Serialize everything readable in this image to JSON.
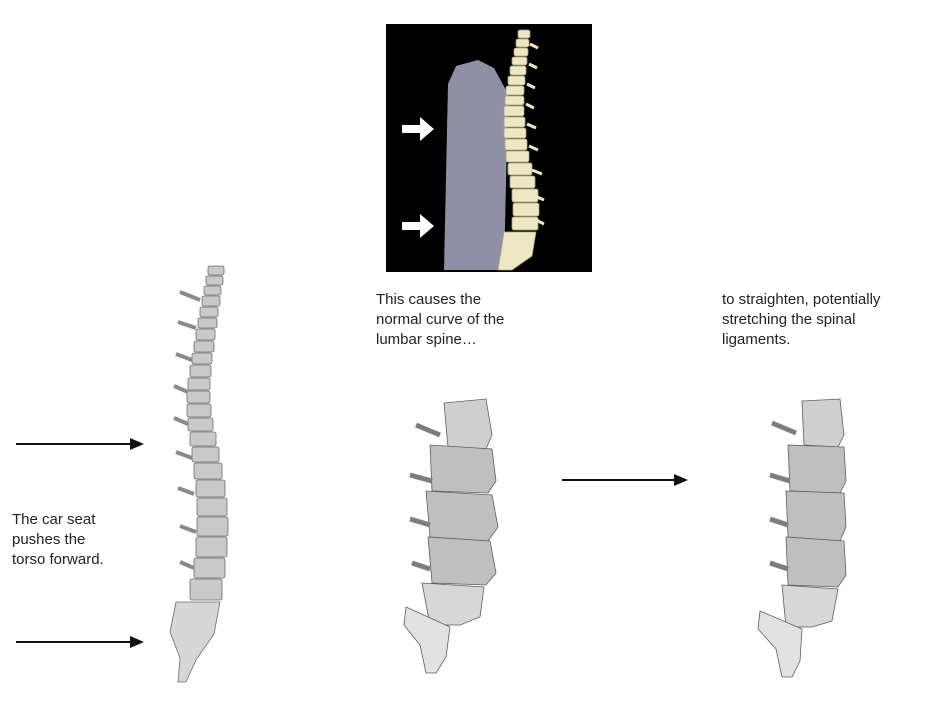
{
  "captions": {
    "car_seat": "The car seat\npushes the\ntorso forward.",
    "causes": "This causes the\nnormal curve of the\nlumbar spine…",
    "straighten": "to straighten, potentially\nstretching the spinal\nligaments."
  },
  "icons": {
    "inset_arrows": "white-right-arrow-icon",
    "force_arrows": "black-right-arrow-icon",
    "transition_arrow": "black-right-arrow-icon"
  },
  "colors": {
    "inset_background": "#000000",
    "seat_back": "#8f8fa6",
    "bone_inset": "#ece8c4",
    "bone_grey": "#bdbdbd",
    "arrow": "#111111"
  }
}
